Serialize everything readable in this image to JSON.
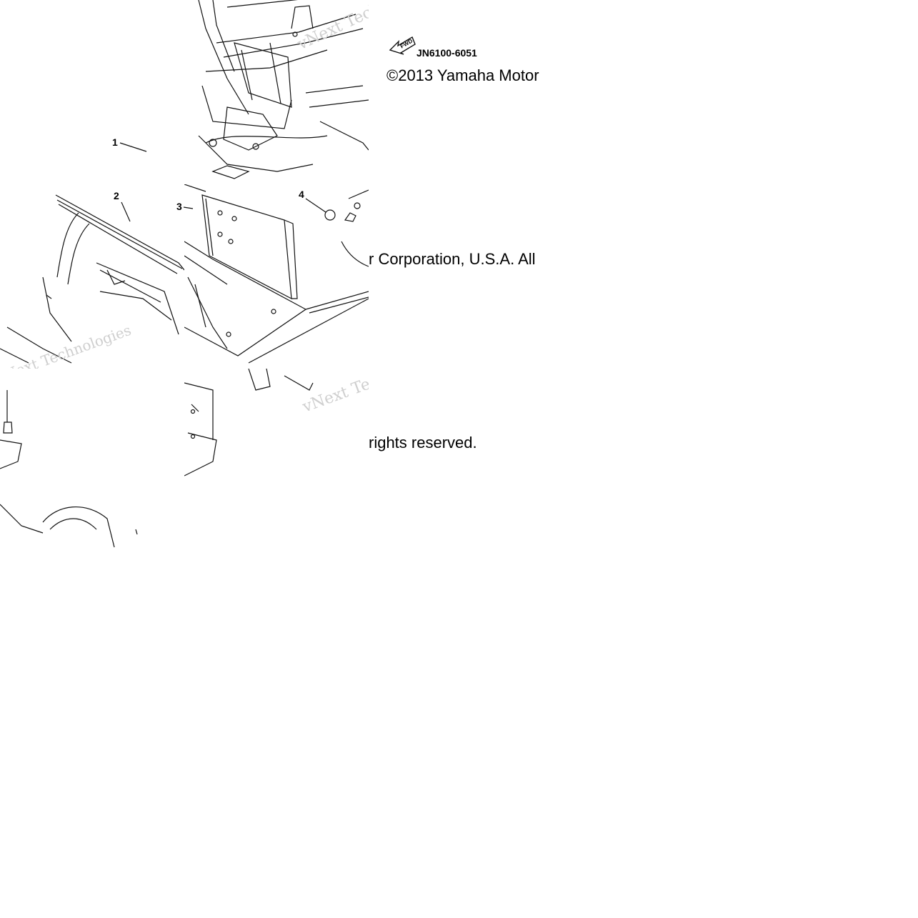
{
  "diagram": {
    "part_number": "JN6100-6051",
    "fwd_arrow_label": "FWD",
    "callouts": [
      "1",
      "2",
      "3",
      "4"
    ],
    "copyright_fragments": [
      "©2013 Yamaha Motor",
      "r Corporation, U.S.A. All",
      "rights reserved."
    ],
    "watermark": "vNext Technologies"
  },
  "colors": {
    "line": "#111111",
    "watermark": "#cfcfcf",
    "background": "#ffffff"
  }
}
